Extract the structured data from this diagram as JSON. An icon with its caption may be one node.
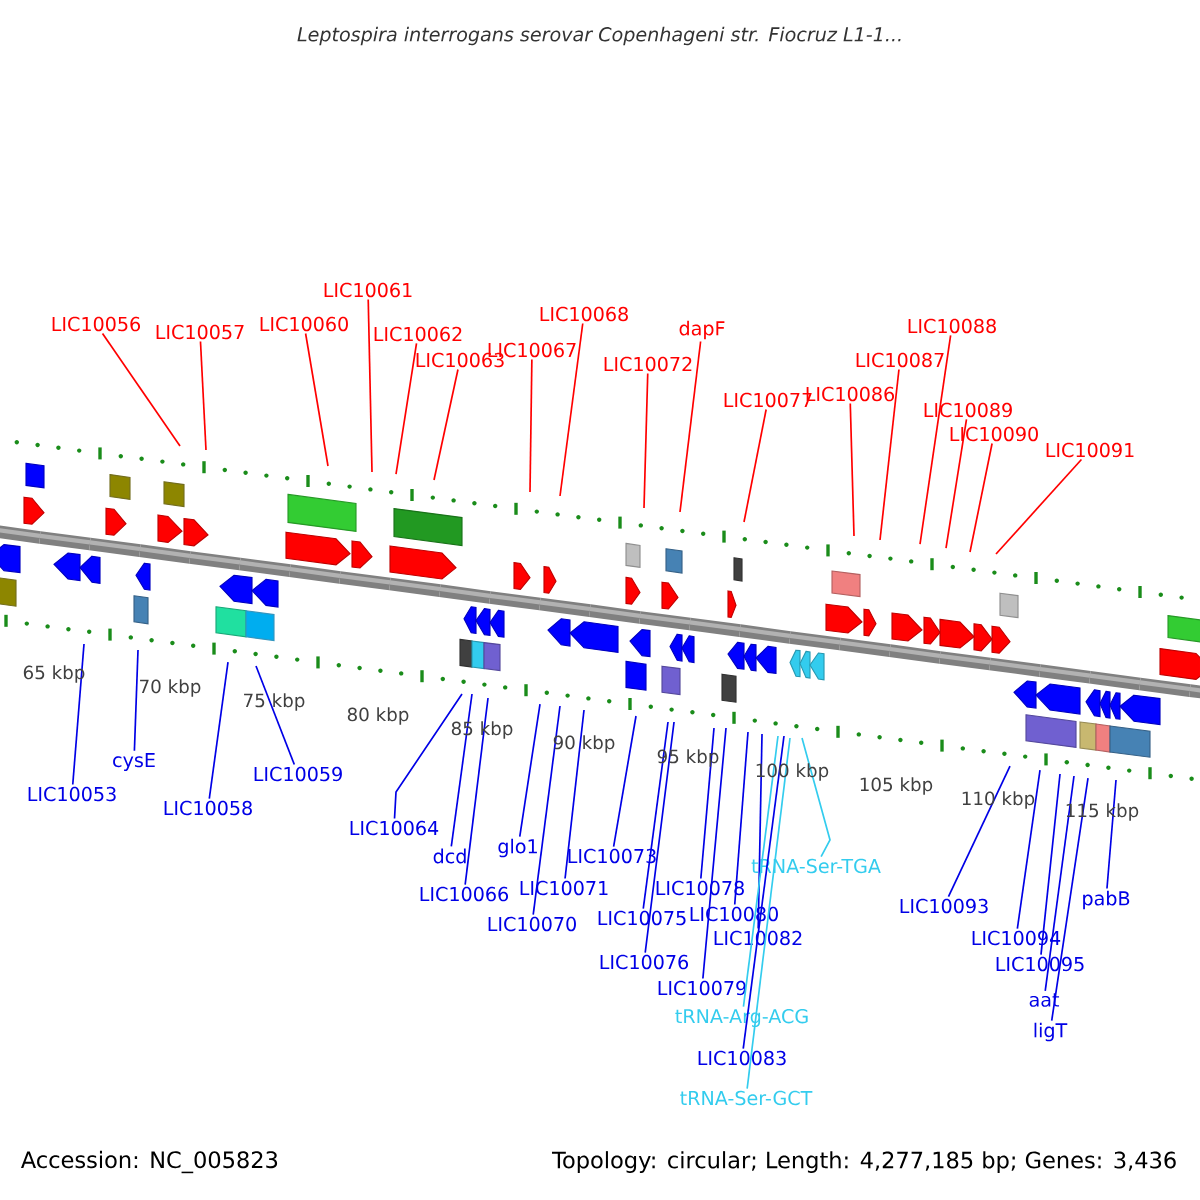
{
  "diagram": {
    "title": "Leptospira interrogans serovar Copenhageni str. Fiocruz L1-1...",
    "nodes": [
      {
        "text": [
          "LIC10056"
        ]
      },
      {
        "text": [
          "LIC10057"
        ]
      },
      {
        "text": [
          "LIC10060"
        ]
      },
      {
        "text": [
          "LIC10061"
        ]
      },
      {
        "text": [
          "LIC10062"
        ]
      },
      {
        "text": [
          "LIC10063"
        ]
      },
      {
        "text": [
          "LIC10067"
        ]
      },
      {
        "text": [
          "LIC10068"
        ]
      },
      {
        "text": [
          "LIC10072"
        ]
      },
      {
        "text": [
          "dapF"
        ]
      },
      {
        "text": [
          "LIC10077"
        ]
      },
      {
        "text": [
          "LIC10086"
        ]
      },
      {
        "text": [
          "LIC10087"
        ]
      },
      {
        "text": [
          "LIC10088"
        ]
      },
      {
        "text": [
          "LIC10089"
        ]
      },
      {
        "text": [
          "LIC10090"
        ]
      },
      {
        "text": [
          "LIC10091"
        ]
      },
      {
        "text": [
          "LIC10053"
        ]
      },
      {
        "text": [
          "cysE"
        ]
      },
      {
        "text": [
          "LIC10058"
        ]
      },
      {
        "text": [
          "LIC10059"
        ]
      },
      {
        "text": [
          "LIC10064"
        ]
      },
      {
        "text": [
          "dcd"
        ]
      },
      {
        "text": [
          "LIC10066"
        ]
      },
      {
        "text": [
          "glo1"
        ]
      },
      {
        "text": [
          "LIC10071"
        ]
      },
      {
        "text": [
          "LIC10070"
        ]
      },
      {
        "text": [
          "LIC10073"
        ]
      },
      {
        "text": [
          "LIC10075"
        ]
      },
      {
        "text": [
          "LIC10076"
        ]
      },
      {
        "text": [
          "LIC10078"
        ]
      },
      {
        "text": [
          "LIC10080"
        ]
      },
      {
        "text": [
          "LIC10082"
        ]
      },
      {
        "text": [
          "LIC10079"
        ]
      },
      {
        "text": [
          "tRNA-Arg-ACG"
        ]
      },
      {
        "text": [
          "LIC10083"
        ]
      },
      {
        "text": [
          "tRNA-Ser-GCT"
        ]
      },
      {
        "text": [
          "tRNA-Ser-TGA"
        ]
      },
      {
        "text": [
          "LIC10093"
        ]
      },
      {
        "text": [
          "LIC10094"
        ]
      },
      {
        "text": [
          "LIC10095"
        ]
      },
      {
        "text": [
          "aat"
        ]
      },
      {
        "text": [
          "ligT"
        ]
      },
      {
        "text": [
          "pabB"
        ]
      }
    ],
    "edges": [
      {
        "from": 0,
        "to": null,
        "arrow": "none",
        "color": "#ff0000"
      },
      {
        "from": 1,
        "to": null,
        "arrow": "none",
        "color": "#ff0000"
      },
      {
        "from": 2,
        "to": null,
        "arrow": "none",
        "color": "#ff0000"
      },
      {
        "from": 3,
        "to": null,
        "arrow": "none",
        "color": "#ff0000"
      },
      {
        "from": 4,
        "to": null,
        "arrow": "none",
        "color": "#ff0000"
      },
      {
        "from": 5,
        "to": null,
        "arrow": "none",
        "color": "#ff0000"
      },
      {
        "from": 6,
        "to": null,
        "arrow": "none",
        "color": "#ff0000"
      },
      {
        "from": 7,
        "to": null,
        "arrow": "none",
        "color": "#ff0000"
      },
      {
        "from": 8,
        "to": null,
        "arrow": "none",
        "color": "#ff0000"
      },
      {
        "from": 9,
        "to": null,
        "arrow": "none",
        "color": "#ff0000"
      },
      {
        "from": 10,
        "to": null,
        "arrow": "none",
        "color": "#ff0000"
      },
      {
        "from": 11,
        "to": null,
        "arrow": "none",
        "color": "#ff0000"
      },
      {
        "from": 12,
        "to": null,
        "arrow": "none",
        "color": "#ff0000"
      },
      {
        "from": 13,
        "to": null,
        "arrow": "none",
        "color": "#ff0000"
      },
      {
        "from": 14,
        "to": null,
        "arrow": "none",
        "color": "#ff0000"
      },
      {
        "from": 15,
        "to": null,
        "arrow": "none",
        "color": "#ff0000"
      },
      {
        "from": 16,
        "to": null,
        "arrow": "none",
        "color": "#ff0000"
      },
      {
        "from": 17,
        "to": null,
        "arrow": "none"
      },
      {
        "from": 18,
        "to": null,
        "arrow": "none"
      },
      {
        "from": 19,
        "to": null,
        "arrow": "none"
      },
      {
        "from": 20,
        "to": null,
        "arrow": "none"
      },
      {
        "from": 21,
        "to": null,
        "arrow": "none"
      },
      {
        "from": 22,
        "to": null,
        "arrow": "none"
      },
      {
        "from": 23,
        "to": null,
        "arrow": "none"
      },
      {
        "from": 24,
        "to": null,
        "arrow": "none"
      },
      {
        "from": 25,
        "to": null,
        "arrow": "none"
      },
      {
        "from": 26,
        "to": null,
        "arrow": "none"
      },
      {
        "from": 27,
        "to": null,
        "arrow": "none"
      },
      {
        "from": 28,
        "to": null,
        "arrow": "none"
      },
      {
        "from": 29,
        "to": null,
        "arrow": "none"
      },
      {
        "from": 30,
        "to": null,
        "arrow": "none"
      },
      {
        "from": 31,
        "to": null,
        "arrow": "none"
      },
      {
        "from": 32,
        "to": null,
        "arrow": "none"
      },
      {
        "from": 33,
        "to": null,
        "arrow": "none"
      },
      {
        "from": 34,
        "to": null,
        "arrow": "none",
        "color": "#33ccee"
      },
      {
        "from": 35,
        "to": null,
        "arrow": "none"
      },
      {
        "from": 36,
        "to": null,
        "arrow": "none",
        "color": "#33ccee"
      },
      {
        "from": 37,
        "to": null,
        "arrow": "none",
        "color": "#33ccee"
      },
      {
        "from": 38,
        "to": null,
        "arrow": "none"
      },
      {
        "from": 39,
        "to": null,
        "arrow": "none"
      },
      {
        "from": 40,
        "to": null,
        "arrow": "none"
      },
      {
        "from": 41,
        "to": null,
        "arrow": "none"
      },
      {
        "from": 42,
        "to": null,
        "arrow": "none"
      },
      {
        "from": 43,
        "to": null,
        "arrow": "none"
      }
    ],
    "labels": [
      "65 kbp",
      "70 kbp",
      "75 kbp",
      "80 kbp",
      "85 kbp",
      "90 kbp",
      "95 kbp",
      "100 kbp",
      "105 kbp",
      "110 kbp",
      "115 kbp",
      "Accession: NC_005823",
      "Topology: circular; Length: 4,277,185 bp; Genes: 3,436"
    ]
  }
}
